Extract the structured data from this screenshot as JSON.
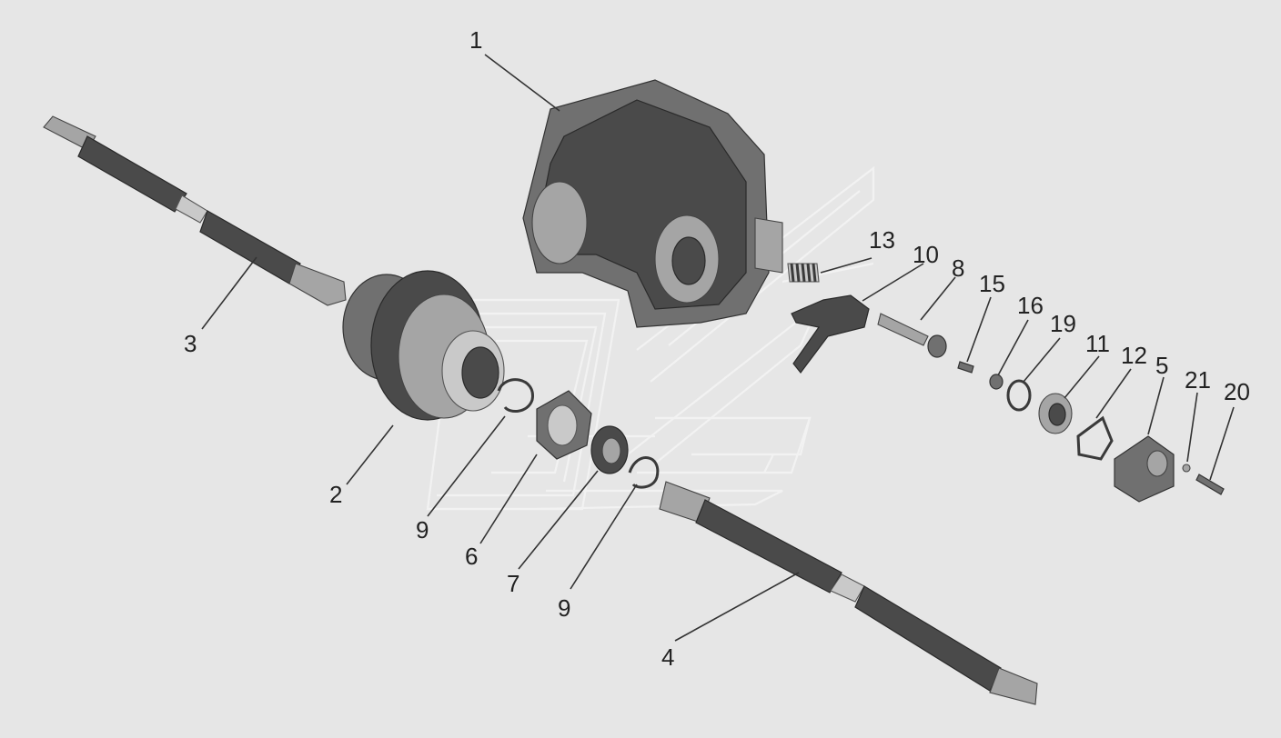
{
  "diagram": {
    "callouts": [
      {
        "id": "c1",
        "label": "1"
      },
      {
        "id": "c2",
        "label": "2"
      },
      {
        "id": "c3",
        "label": "3"
      },
      {
        "id": "c4",
        "label": "4"
      },
      {
        "id": "c5",
        "label": "5"
      },
      {
        "id": "c6",
        "label": "6"
      },
      {
        "id": "c7",
        "label": "7"
      },
      {
        "id": "c8",
        "label": "8"
      },
      {
        "id": "c9a",
        "label": "9"
      },
      {
        "id": "c9b",
        "label": "9"
      },
      {
        "id": "c10",
        "label": "10"
      },
      {
        "id": "c11",
        "label": "11"
      },
      {
        "id": "c12",
        "label": "12"
      },
      {
        "id": "c13",
        "label": "13"
      },
      {
        "id": "c15",
        "label": "15"
      },
      {
        "id": "c16",
        "label": "16"
      },
      {
        "id": "c19",
        "label": "19"
      },
      {
        "id": "c20",
        "label": "20"
      },
      {
        "id": "c21",
        "label": "21"
      }
    ]
  }
}
